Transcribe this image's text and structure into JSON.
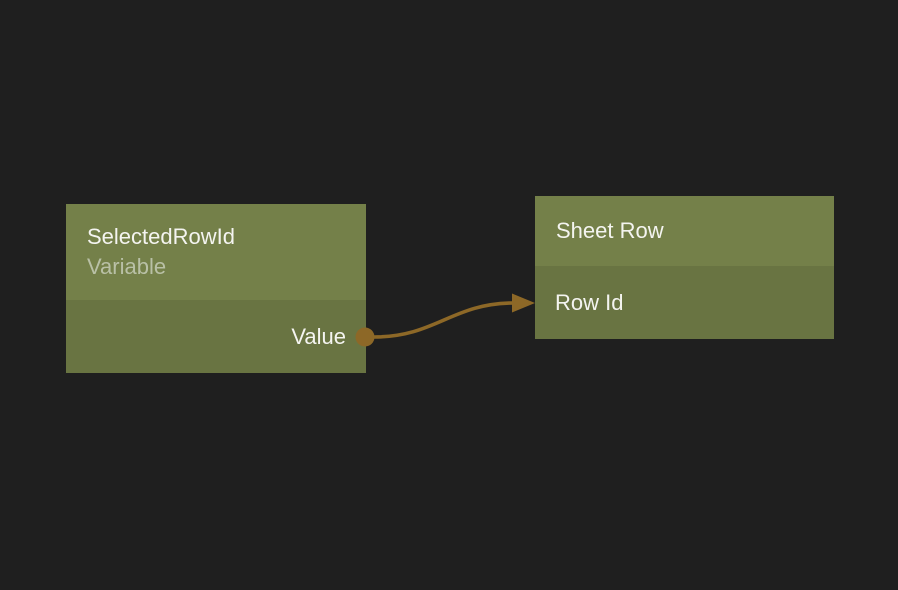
{
  "editor": {
    "background_color": "#1f1f1f"
  },
  "nodes": [
    {
      "title": "SelectedRowId",
      "subtitle": "Variable",
      "header_color": "#748049",
      "body_color": "#697442",
      "title_color": "#f4f4f0",
      "subtitle_color": "#b9c0a6",
      "inputs": [],
      "outputs": [
        {
          "label": "Value"
        }
      ]
    },
    {
      "title": "Sheet Row",
      "header_color": "#748049",
      "body_color": "#697442",
      "title_color": "#f4f4f0",
      "inputs": [
        {
          "label": "Row Id"
        }
      ],
      "outputs": []
    }
  ],
  "connection": {
    "from_node": "SelectedRowId",
    "from_port": "Value",
    "to_node": "Sheet Row",
    "to_port": "Row Id",
    "color": "#8d6827"
  }
}
